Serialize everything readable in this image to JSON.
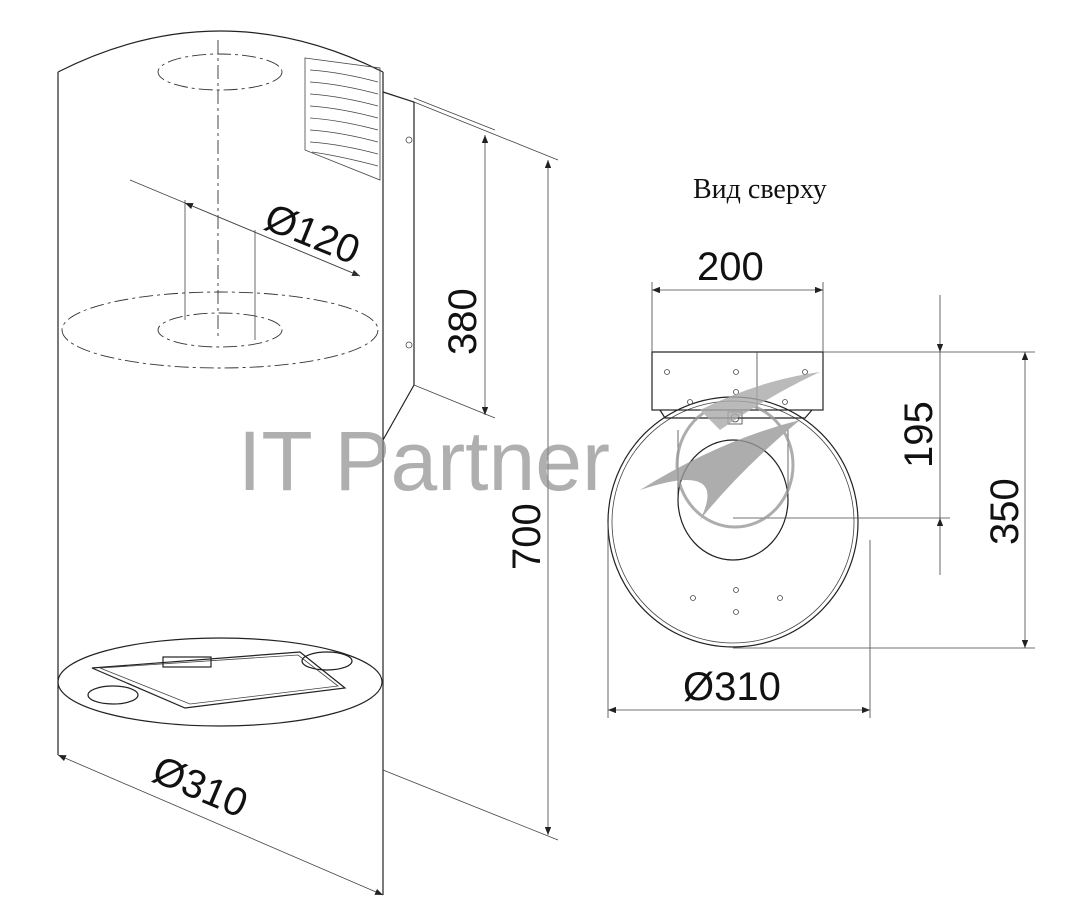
{
  "side_view": {
    "duct_diameter": "Ø120",
    "chimney_height": "380",
    "total_height": "700",
    "body_diameter": "Ø310"
  },
  "top_view": {
    "caption": "Вид сверху",
    "bracket_width": "200",
    "bracket_to_center": "195",
    "depth": "350",
    "body_diameter": "Ø310"
  },
  "watermark": "IT Partner"
}
